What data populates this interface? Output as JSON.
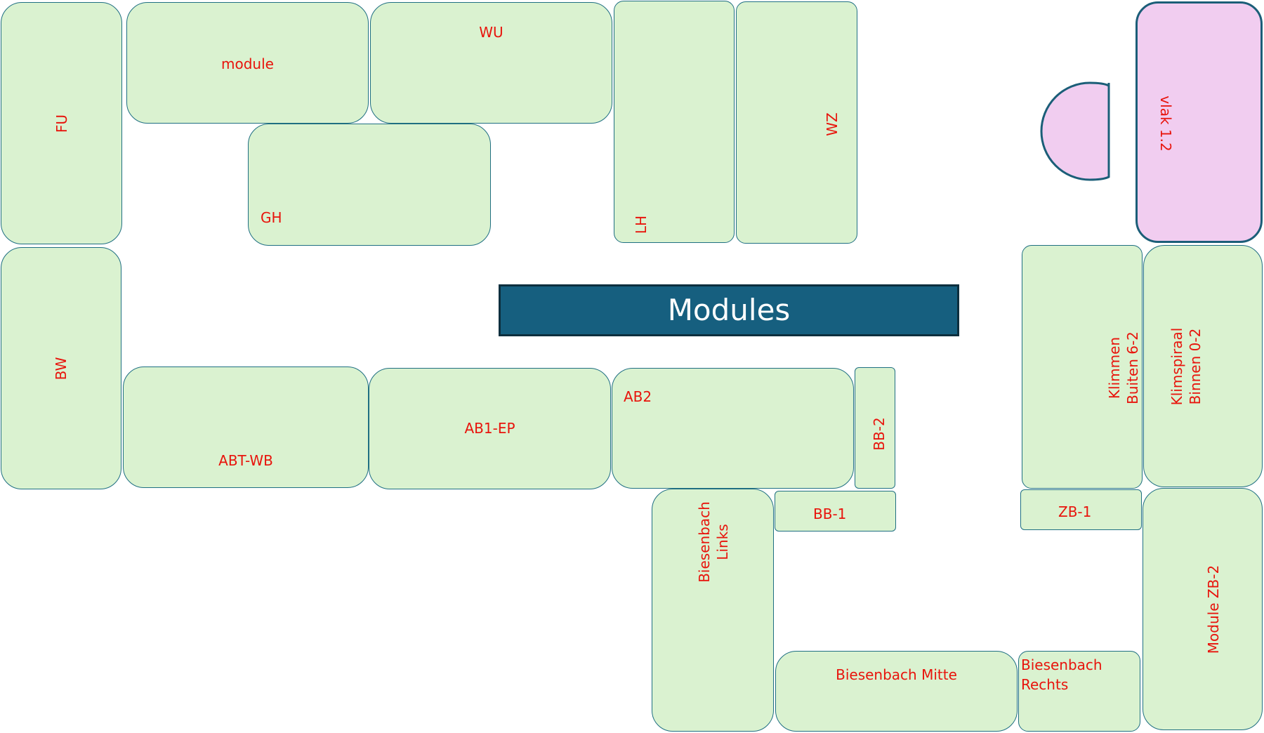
{
  "title": "Modules",
  "colors": {
    "module_fill": "#daf2d0",
    "module_border": "#1f6f82",
    "label": "#e8140c",
    "accent_fill": "#f1cdf0",
    "banner_fill": "#165f7f",
    "banner_text": "#ffffff"
  },
  "modules": {
    "fu": "FU",
    "module": "module",
    "wu": "WU",
    "lh": "LH",
    "wz": "WZ",
    "gh": "GH",
    "vlak": "vlak 1.2",
    "bw": "BW",
    "abt_wb": "ABT-WB",
    "ab1_ep": "AB1-EP",
    "ab2": "AB2",
    "bb2": "BB-2",
    "bb1": "BB-1",
    "klimmen_line1": "Klimmen",
    "klimmen_line2": "Buiten 6-2",
    "klimspiraal_line1": "Klimspiraal",
    "klimspiraal_line2": "Binnen 0-2",
    "zb1": "ZB-1",
    "biesenbach_links_line1": "Biesenbach",
    "biesenbach_links_line2": "Links",
    "module_zb2": "Module ZB-2",
    "biesenbach_mitte": "Biesenbach Mitte",
    "biesenbach_rechts_line1": "Biesenbach",
    "biesenbach_rechts_line2": "Rechts"
  }
}
